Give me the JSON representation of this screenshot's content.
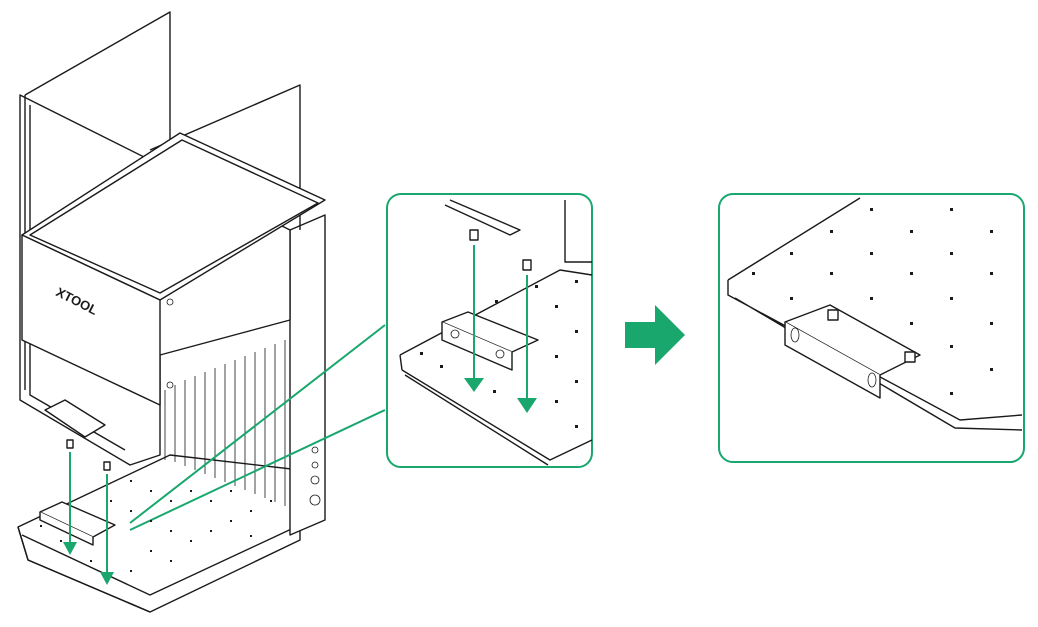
{
  "illustration": {
    "brand_logo": "XTOOL",
    "accent_color": "#1aa76e",
    "line_color": "#1a1a1a",
    "steps": [
      "install-bracket-screws",
      "installed-bracket-result"
    ]
  }
}
